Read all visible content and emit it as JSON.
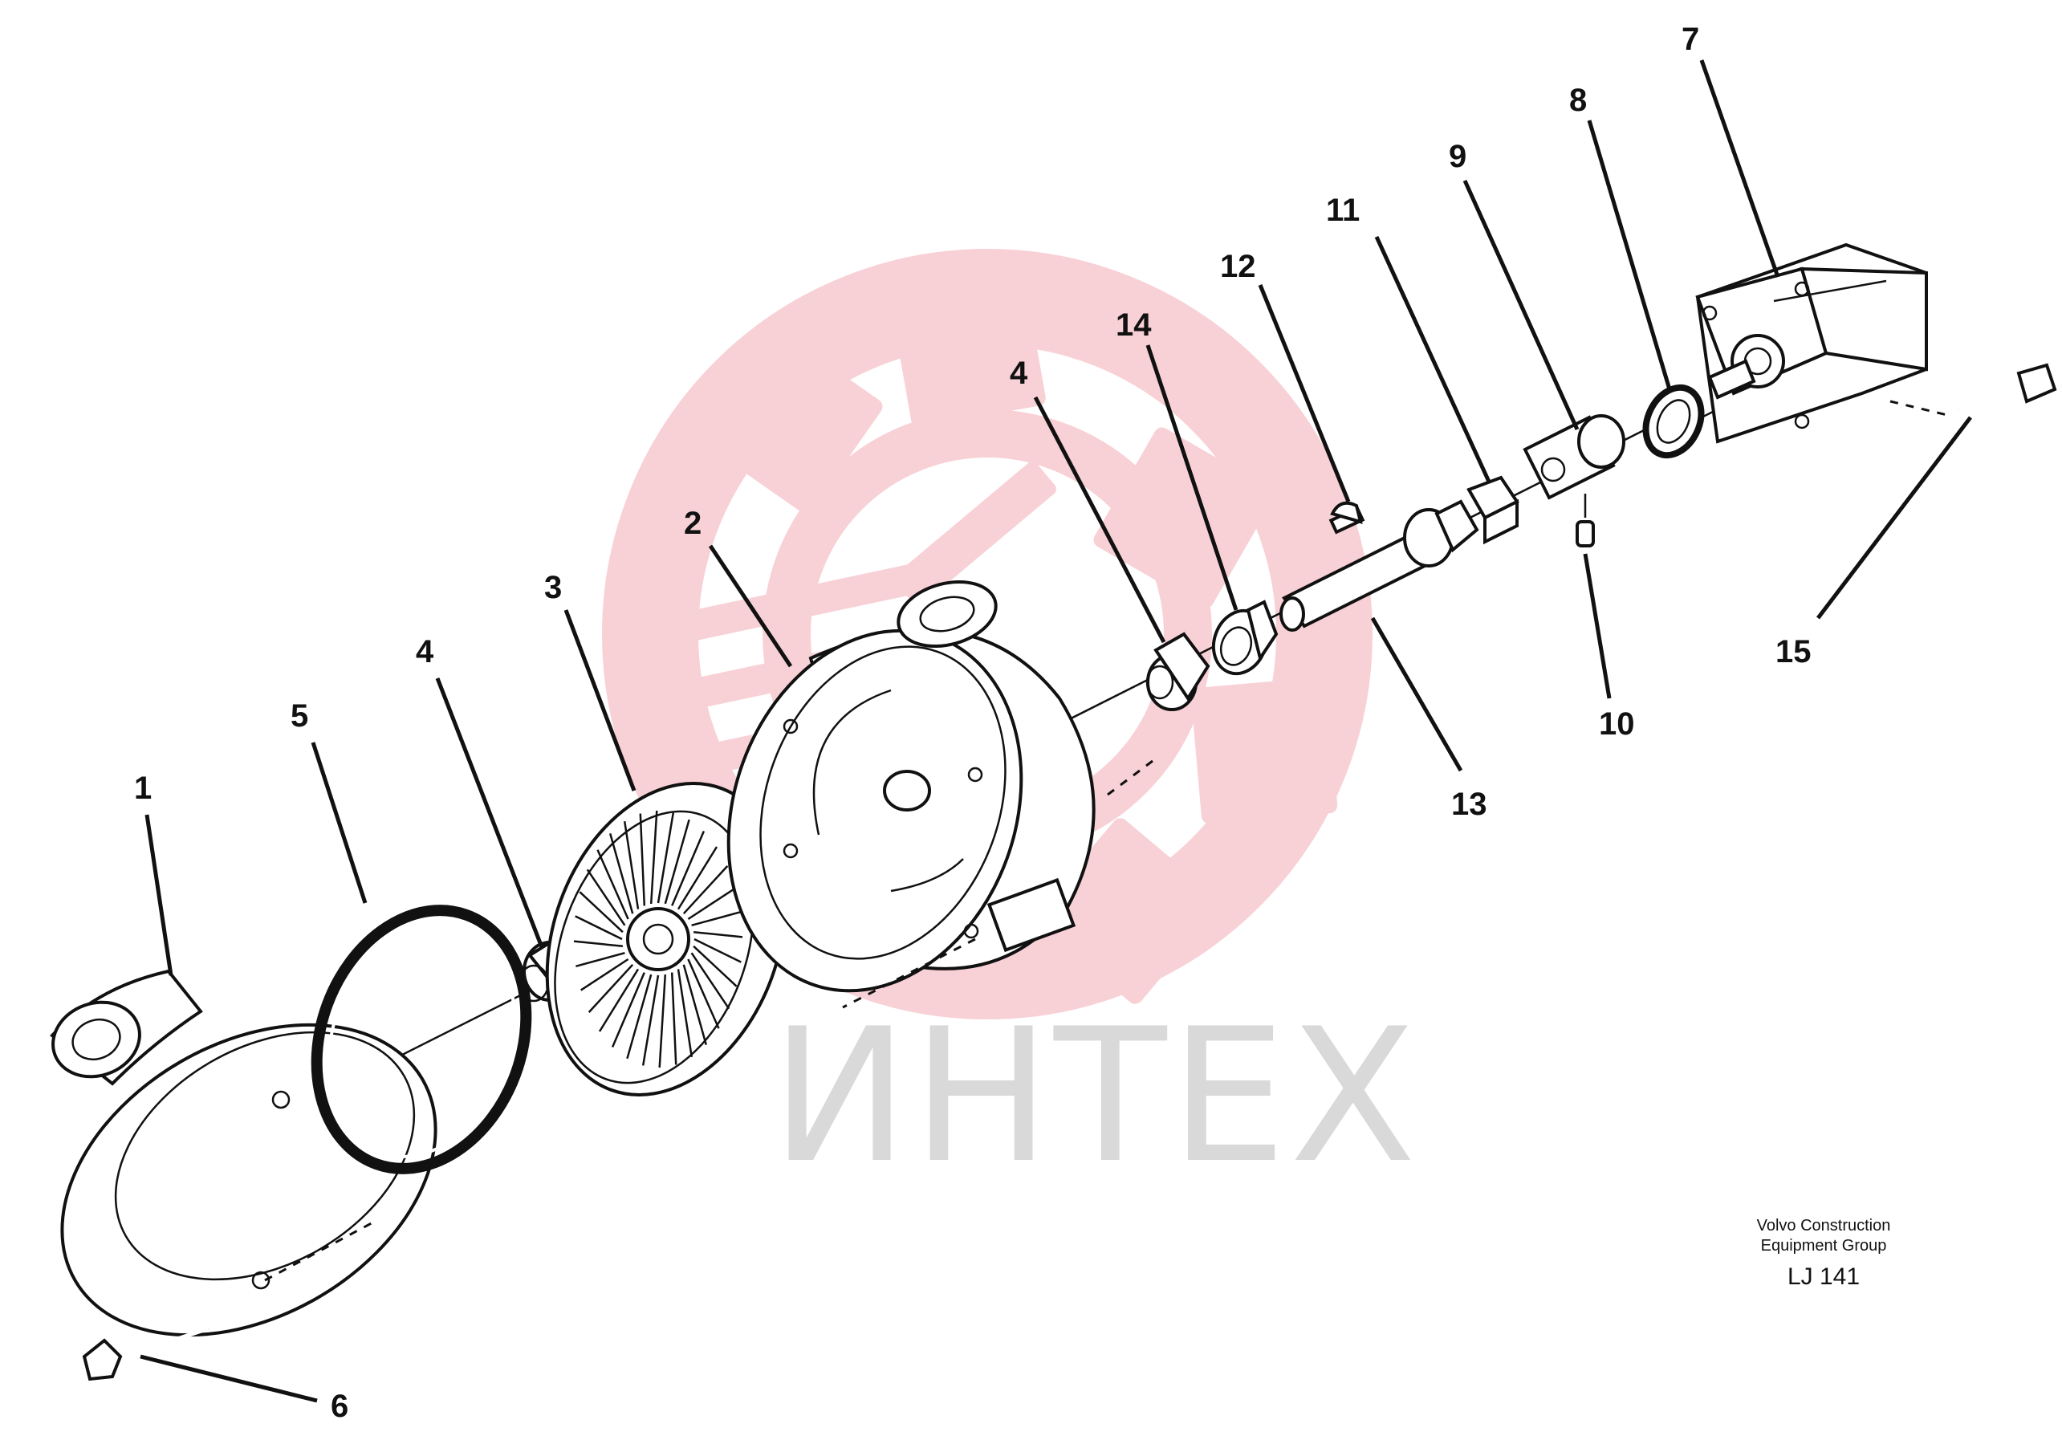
{
  "callouts": {
    "c1": "1",
    "c2": "2",
    "c3": "3",
    "c4a": "4",
    "c4b": "4",
    "c5": "5",
    "c6": "6",
    "c7": "7",
    "c8": "8",
    "c9": "9",
    "c10": "10",
    "c11": "11",
    "c12": "12",
    "c13": "13",
    "c14": "14",
    "c15": "15"
  },
  "credit": {
    "line1": "Volvo Construction",
    "line2": "Equipment Group",
    "code": "LJ 141"
  },
  "watermark": {
    "text": "ИНТЕХ",
    "gear_color": "#f7c9cf",
    "text_color": "#d9d9d9"
  }
}
